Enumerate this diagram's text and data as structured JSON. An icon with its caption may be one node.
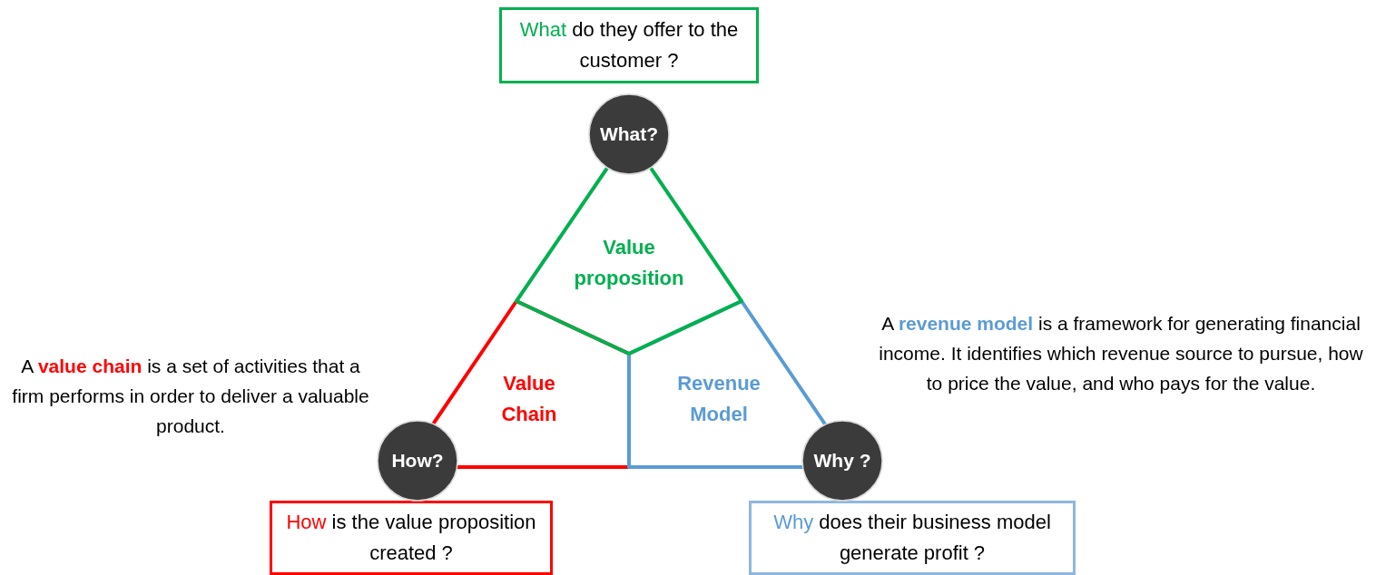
{
  "diagram": {
    "nodes": [
      {
        "text": [
          "What do they offer to the customer ?"
        ]
      },
      {
        "text": [
          "What?"
        ]
      },
      {
        "text": [
          "Value proposition"
        ]
      },
      {
        "text": [
          "Value Chain"
        ]
      },
      {
        "text": [
          "Revenue Model"
        ]
      },
      {
        "text": [
          "How?"
        ]
      },
      {
        "text": [
          "Why ?"
        ]
      },
      {
        "text": [
          "How is the value proposition created ?"
        ]
      },
      {
        "text": [
          "Why does their business model generate profit ?"
        ]
      }
    ],
    "labels": [
      "A **value chain** is a set of activities that a firm performs in order to deliver a valuable product.",
      "A **revenue model** is a framework for generating financial income. It identifies which revenue source to pursue, how to price the value, and who pays for the value."
    ]
  }
}
